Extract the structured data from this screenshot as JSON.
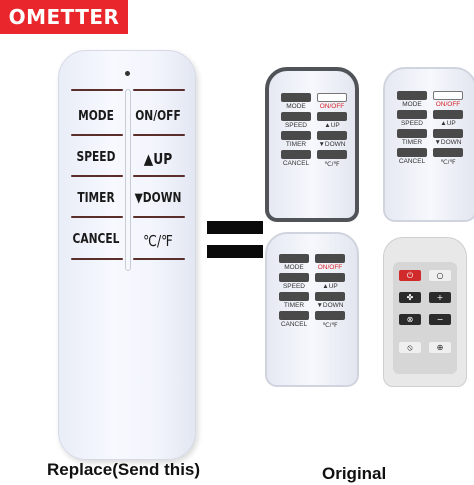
{
  "brand": {
    "logo_text": "OMETTER",
    "color": "#e8262c"
  },
  "main_remote": {
    "left_labels": [
      "MODE",
      "SPEED",
      "TIMER",
      "CANCEL"
    ],
    "right_labels": [
      "ON/OFF",
      "▲UP",
      "▼DOWN",
      "℃/℉"
    ]
  },
  "mini_labels": {
    "left": [
      "MODE",
      "SPEED",
      "TIMER",
      "CANCEL"
    ],
    "right": [
      "ON/OFF",
      "▲UP",
      "▼DOWN",
      "℃/℉"
    ]
  },
  "orig4_keys": [
    "⏻",
    "○",
    "✤",
    "+",
    "⊗",
    "−",
    "⦸",
    "⊕"
  ],
  "captions": {
    "replace": "Replace(Send this)",
    "original": "Original"
  }
}
